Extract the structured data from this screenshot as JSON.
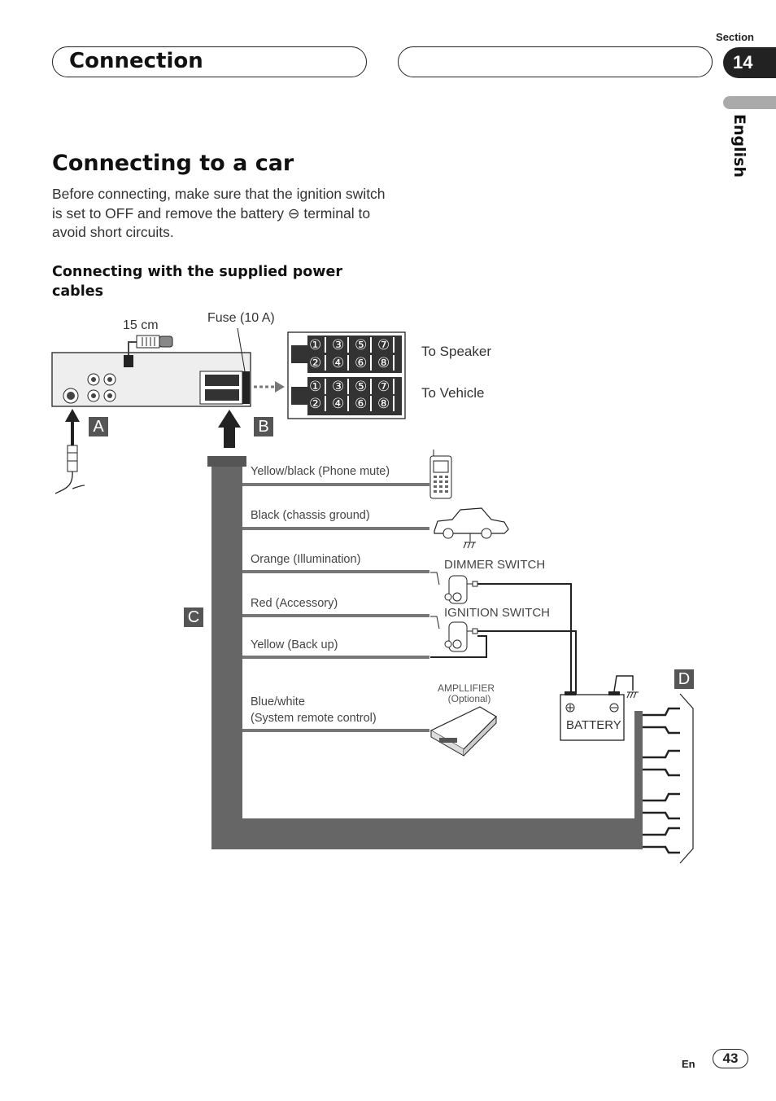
{
  "header": {
    "title": "Connection",
    "section_label": "Section",
    "section_number": "14",
    "language": "English"
  },
  "heading": "Connecting to a car",
  "intro": "Before connecting, make sure that the ignition switch is set to OFF and remove the battery ⊖ terminal to avoid short circuits.",
  "subheading": "Connecting with the supplied power cables",
  "diagram": {
    "length_label": "15 cm",
    "fuse_label": "Fuse (10 A)",
    "to_speaker": "To  Speaker",
    "to_vehicle": "To  Vehicle",
    "connector_pins": [
      "①",
      "③",
      "⑤",
      "⑦",
      "②",
      "④",
      "⑥",
      "⑧"
    ],
    "letters": {
      "a": "A",
      "b": "B",
      "c": "C",
      "d": "D"
    },
    "wires": [
      "Yellow/black (Phone mute)",
      "Black (chassis ground)",
      "Orange (Illumination)",
      "Red (Accessory)",
      "Yellow (Back up)",
      "Blue/white",
      "(System remote control)"
    ],
    "dimmer_switch": "DIMMER SWITCH",
    "ignition_switch": "IGNITION SWITCH",
    "amplifier": "AMPLLIFIER",
    "amplifier_optional": "(Optional)",
    "battery": "BATTERY"
  },
  "footer": {
    "lang_code": "En",
    "page_number": "43"
  }
}
